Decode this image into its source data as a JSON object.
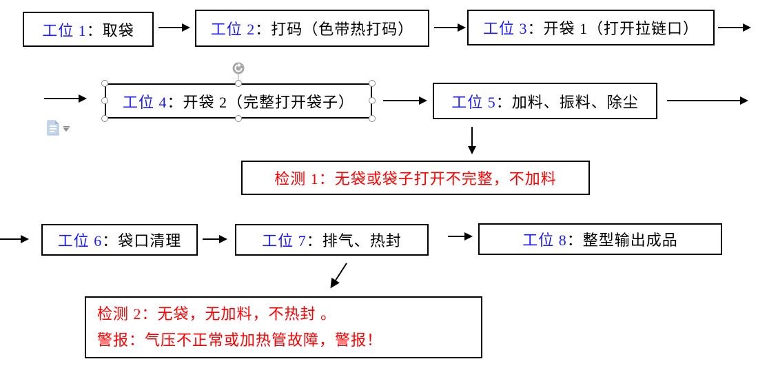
{
  "colors": {
    "station_label": "#1a1aff",
    "body_text": "#000000",
    "alert_text": "#fe0000",
    "box_border": "#000000",
    "handle_border": "#8a8a8a",
    "paste_icon_fill": "#c3d4ea"
  },
  "stations": [
    {
      "label": "工位 1",
      "text": "：取袋"
    },
    {
      "label": "工位 2",
      "text": "：打码（色带热打码）"
    },
    {
      "label": "工位 3",
      "text": "：开袋 1（打开拉链口）"
    },
    {
      "label": "工位 4",
      "text": "：开袋 2（完整打开袋子）"
    },
    {
      "label": "工位 5",
      "text": "：加料、振料、除尘"
    },
    {
      "label": "工位 6",
      "text": "：袋口清理"
    },
    {
      "label": "工位 7",
      "text": "：排气、热封"
    },
    {
      "label": "工位 8",
      "text": "：整型输出成品"
    }
  ],
  "detections": [
    {
      "lines": [
        "检测 1：无袋或袋子打开不完整，不加料"
      ]
    },
    {
      "lines": [
        "检测 2：无袋，无加料，不热封 。",
        "警报：气压不正常或加热管故障，警报！"
      ]
    }
  ],
  "editor": {
    "selected_shape": "station-box-4",
    "icons": [
      "rotation-handle-icon",
      "paste-options-icon",
      "dropdown-arrow-icon"
    ]
  }
}
